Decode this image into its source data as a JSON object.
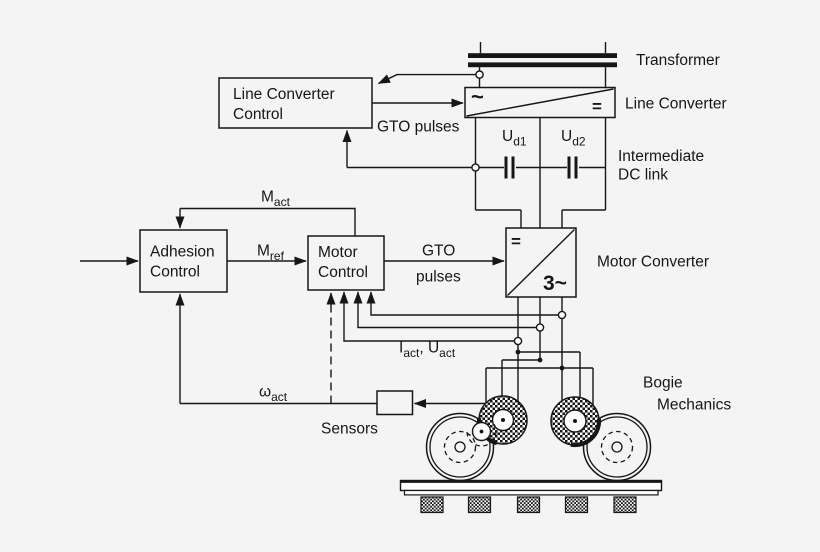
{
  "colors": {
    "background": "#f4f4f4",
    "ink": "#161616"
  },
  "blocks": {
    "line_converter_control": {
      "line1": "Line Converter",
      "line2": "Control"
    },
    "adhesion_control": {
      "line1": "Adhesion",
      "line2": "Control"
    },
    "motor_control": {
      "line1": "Motor",
      "line2": "Control"
    },
    "sensors": {
      "label": "Sensors"
    }
  },
  "power_chain": {
    "transformer": {
      "label": "Transformer"
    },
    "line_converter": {
      "label": "Line Converter",
      "ac_symbol": "~",
      "dc_symbol": "="
    },
    "dc_link": {
      "label_line1": "Intermediate",
      "label_line2": "DC link",
      "u_d1": {
        "base": "U",
        "sub": "d1"
      },
      "u_d2": {
        "base": "U",
        "sub": "d2"
      }
    },
    "motor_converter": {
      "label": "Motor Converter",
      "dc_symbol": "=",
      "ac_symbol": "3~"
    },
    "bogie": {
      "label_line1": "Bogie",
      "label_line2": "Mechanics"
    }
  },
  "signals": {
    "gto_pulses_line_converter": "GTO pulses",
    "gto_pulses_motor_converter": {
      "line1": "GTO",
      "line2": "pulses"
    },
    "m_act": {
      "base": "M",
      "sub": "act"
    },
    "m_ref": {
      "base": "M",
      "sub": "ref"
    },
    "omega_act": {
      "base": "ω",
      "sub": "act"
    },
    "i_act_u_act": {
      "base1": "I",
      "sub1": "act",
      "base2": ", U",
      "sub2": "act"
    }
  }
}
